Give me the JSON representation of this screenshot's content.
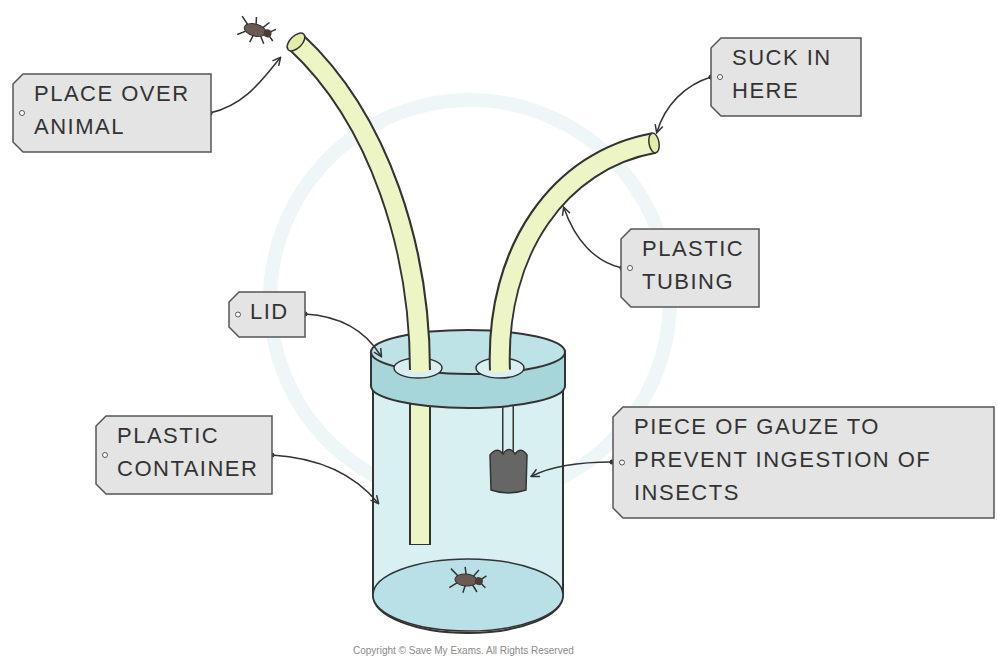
{
  "diagram": {
    "nodes": [
      {
        "text": [
          "PLACE OVER ANIMAL"
        ]
      },
      {
        "text": [
          "SUCK IN HERE"
        ]
      },
      {
        "text": [
          "PLASTIC TUBING"
        ]
      },
      {
        "text": [
          "LID"
        ]
      },
      {
        "text": [
          "PLASTIC CONTAINER"
        ]
      },
      {
        "text": [
          "PIECE OF GAUZE TO PREVENT INGESTION OF INSECTS"
        ]
      }
    ],
    "labels": [
      "Copyright © Save My Exams. All Rights Reserved"
    ]
  }
}
